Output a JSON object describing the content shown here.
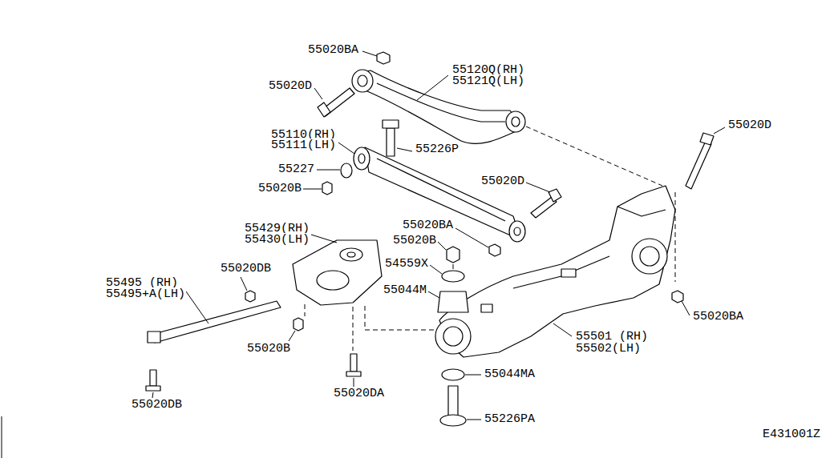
{
  "diagram": {
    "labels": [
      "55020BA",
      "55120Q(RH)",
      "55121Q(LH)",
      "55020D",
      "55020D",
      "55110(RH)",
      "55111(LH)",
      "55226P",
      "55227",
      "55020D",
      "55020B",
      "55020BA",
      "55429(RH)",
      "55430(LH)",
      "55020B",
      "54559X",
      "55020DB",
      "55495 (RH)",
      "55495+A(LH)",
      "55044M",
      "55020BA",
      "55501 (RH)",
      "55502(LH)",
      "55020B",
      "55044MA",
      "55020DB",
      "55020DA",
      "55226PA",
      "E431001Z"
    ]
  }
}
